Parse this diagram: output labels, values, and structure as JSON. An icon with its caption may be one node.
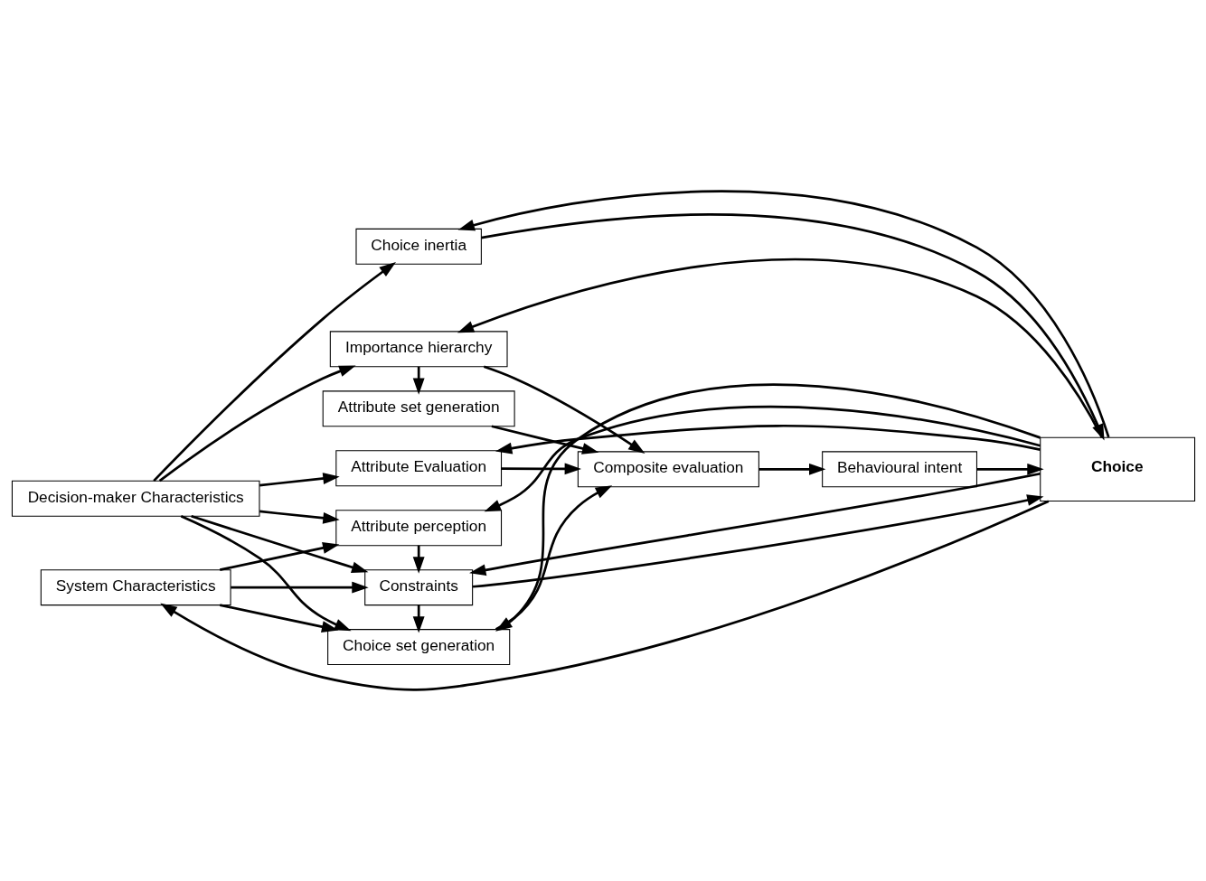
{
  "diagram": {
    "nodes": [
      {
        "text": [
          "Decision-maker Characteristics"
        ]
      },
      {
        "text": [
          "Choice inertia"
        ]
      },
      {
        "text": [
          "Importance hierarchy"
        ]
      },
      {
        "text": [
          "Choice set generation"
        ]
      },
      {
        "text": [
          "Composite evaluation"
        ]
      },
      {
        "text": [
          "Attribute set generation"
        ]
      },
      {
        "text": [
          "Choice"
        ]
      },
      {
        "text": [
          "Attribute perception"
        ]
      },
      {
        "text": [
          "Behavioural intent"
        ]
      },
      {
        "text": [
          "Attribute Evaluation"
        ]
      },
      {
        "text": [
          "Constraints"
        ]
      },
      {
        "text": [
          "System Characteristics"
        ]
      }
    ],
    "edges": [
      {
        "from": 0,
        "to": 1,
        "arrow": "to"
      },
      {
        "from": 0,
        "to": 2,
        "arrow": "to"
      },
      {
        "from": 0,
        "to": 3,
        "arrow": "to"
      },
      {
        "from": 0,
        "to": 7,
        "arrow": "to"
      },
      {
        "from": 0,
        "to": 9,
        "arrow": "to"
      },
      {
        "from": 0,
        "to": 10,
        "arrow": "to"
      },
      {
        "from": 11,
        "to": 3,
        "arrow": "to"
      },
      {
        "from": 11,
        "to": 7,
        "arrow": "to"
      },
      {
        "from": 11,
        "to": 10,
        "arrow": "to"
      },
      {
        "from": 1,
        "to": 6,
        "arrow": "to"
      },
      {
        "from": 6,
        "to": 1,
        "arrow": "to"
      },
      {
        "from": 6,
        "to": 2,
        "arrow": "to"
      },
      {
        "from": 6,
        "to": 3,
        "arrow": "to"
      },
      {
        "from": 2,
        "to": 5,
        "arrow": "to"
      },
      {
        "from": 2,
        "to": 4,
        "arrow": "to"
      },
      {
        "from": 10,
        "to": 3,
        "arrow": "to"
      },
      {
        "from": 3,
        "to": 4,
        "arrow": "to"
      },
      {
        "from": 5,
        "to": 4,
        "arrow": "to"
      },
      {
        "from": 9,
        "to": 4,
        "arrow": "to"
      },
      {
        "from": 6,
        "to": 7,
        "arrow": "to"
      },
      {
        "from": 7,
        "to": 10,
        "arrow": "to"
      },
      {
        "from": 4,
        "to": 8,
        "arrow": "to"
      },
      {
        "from": 8,
        "to": 6,
        "arrow": "to"
      },
      {
        "from": 6,
        "to": 9,
        "arrow": "to"
      },
      {
        "from": 10,
        "to": 6,
        "arrow": "to"
      },
      {
        "from": 6,
        "to": 10,
        "arrow": "to"
      },
      {
        "from": 6,
        "to": 11,
        "arrow": "to"
      }
    ]
  }
}
